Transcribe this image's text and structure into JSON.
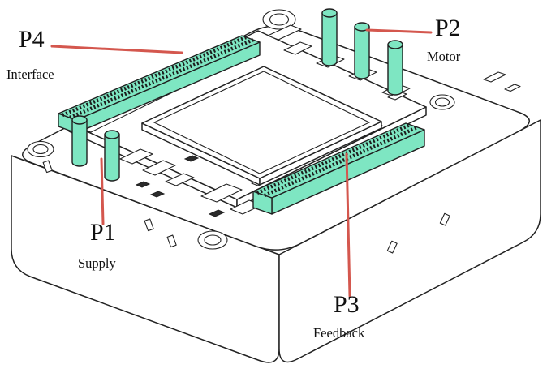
{
  "diagram": {
    "colors": {
      "connector_fill": "#7EE6C2",
      "leader_line": "#D4574E",
      "line": "#222222"
    },
    "callouts": {
      "p4": {
        "id": "P4",
        "label": "Interface"
      },
      "p2": {
        "id": "P2",
        "label": "Motor"
      },
      "p1": {
        "id": "P1",
        "label": "Supply"
      },
      "p3": {
        "id": "P3",
        "label": "Feedback"
      }
    }
  }
}
